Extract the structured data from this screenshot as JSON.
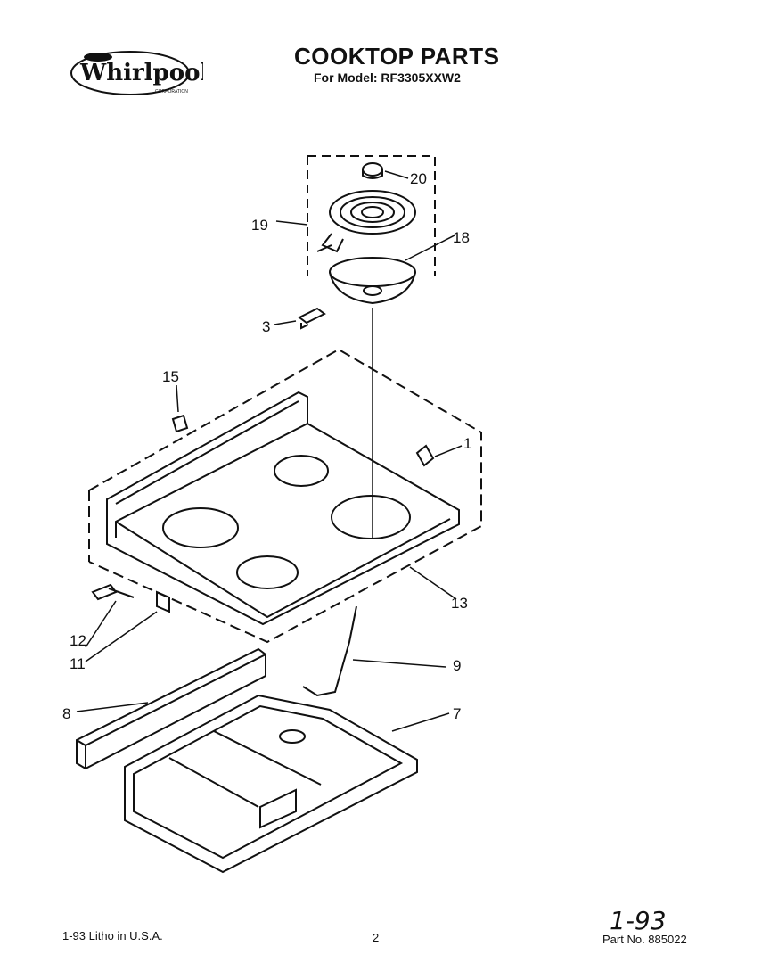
{
  "header": {
    "brand": "Whirlpool",
    "brand_sub": "CORPORATION",
    "title": "COOKTOP PARTS",
    "model_line": "For Model: RF3305XXW2"
  },
  "callouts": [
    "1",
    "3",
    "7",
    "8",
    "9",
    "11",
    "12",
    "13",
    "15",
    "18",
    "19",
    "20"
  ],
  "footer": {
    "litho": "1-93 Litho in U.S.A.",
    "page": "2",
    "handwritten_date": "1-93",
    "part_no": "Part No. 885022"
  }
}
